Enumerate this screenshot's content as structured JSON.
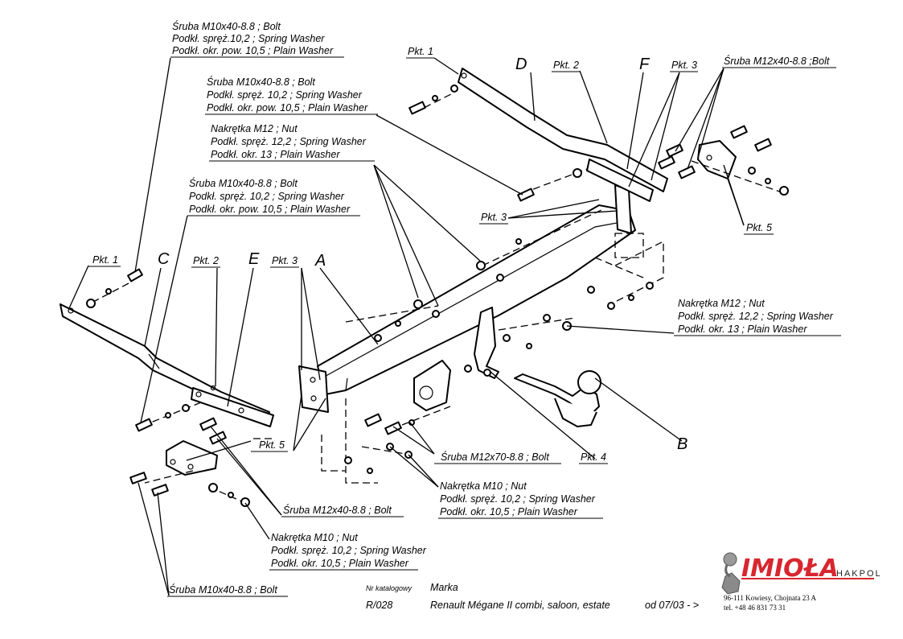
{
  "callouts": {
    "bolt_top_left_1": "Śruba M10x40-8.8 ;  Bolt",
    "bolt_top_left_2": "Podkł. spręż.10,2 ; Spring Washer",
    "bolt_top_left_3": "Podkł. okr. pow. 10,5 ; Plain Washer",
    "bolt_mid_1": "Śruba M10x40-8.8 ;  Bolt",
    "bolt_mid_2": "Podkł. spręż.  10,2 ; Spring Washer",
    "bolt_mid_3": "Podkł. okr. pow. 10,5 ; Plain Washer",
    "nut_upper_1": "Nakrętka  M12 ;  Nut",
    "nut_upper_2": "Podkł. spręż. 12,2 ; Spring Washer",
    "nut_upper_3": "Podkł. okr.    13 ; Plain Washer",
    "bolt_left_1": "Śruba M10x40-8.8 ;  Bolt",
    "bolt_left_2": "Podkł. spręż. 10,2 ; Spring Washer",
    "bolt_left_3": "Podkł. okr. pow. 10,5 ; Plain Washer",
    "bolt_m12_top": "Śruba M12x40-8.8 ;Bolt",
    "nut_right_1": "Nakrętka  M12 ; Nut",
    "nut_right_2": "Podkł. spręż. 12,2 ; Spring Washer",
    "nut_right_3": "Podkł. okr.  13 ; Plain Washer",
    "bolt_m12x70": "Śruba M12x70-8.8 ;  Bolt",
    "nut_m10_center_1": "Nakrętka  M10 ; Nut",
    "nut_m10_center_2": "Podkł. spręż.  10,2 ; Spring Washer",
    "nut_m10_center_3": "Podkł. okr.   10,5 ; Plain Washer",
    "bolt_m12x40_bottom": "Śruba M12x40-8.8 ;  Bolt",
    "nut_m10_bottom_1": "Nakrętka  M10 ; Nut",
    "nut_m10_bottom_2": "Podkł. spręż. 10,2 ; Spring Washer",
    "nut_m10_bottom_3": "Podkł. okr.  10,5 ; Plain Washer",
    "bolt_bottom_left": "Śruba M10x40-8.8 ;  Bolt"
  },
  "points": {
    "pkt1_top": "Pkt. 1",
    "pkt2_top": "Pkt. 2",
    "pkt3_top": "Pkt. 3",
    "pkt3_mid": "Pkt. 3",
    "pkt5_right": "Pkt. 5",
    "pkt1_left": "Pkt. 1",
    "pkt2_left": "Pkt. 2",
    "pkt3_left": "Pkt. 3",
    "pkt5_left": "Pkt. 5",
    "pkt4": "Pkt. 4"
  },
  "letters": {
    "a": "A",
    "b": "B",
    "c": "C",
    "d": "D",
    "e": "E",
    "f": "F"
  },
  "footer": {
    "catalog_label": "Nr katalogowy",
    "catalog_number": "R/028",
    "brand_label": "Marka",
    "vehicle": "Renault Mégane II combi, saloon, estate",
    "from_date": "od  07/03 - >"
  },
  "logo": {
    "name": "IMIOŁA",
    "sub": "HAKPOL",
    "address": "96-111 Kowiesy, Chojnata 23 A",
    "phone": "tel. +48 46 831 73 31",
    "red": "#d8262f"
  }
}
